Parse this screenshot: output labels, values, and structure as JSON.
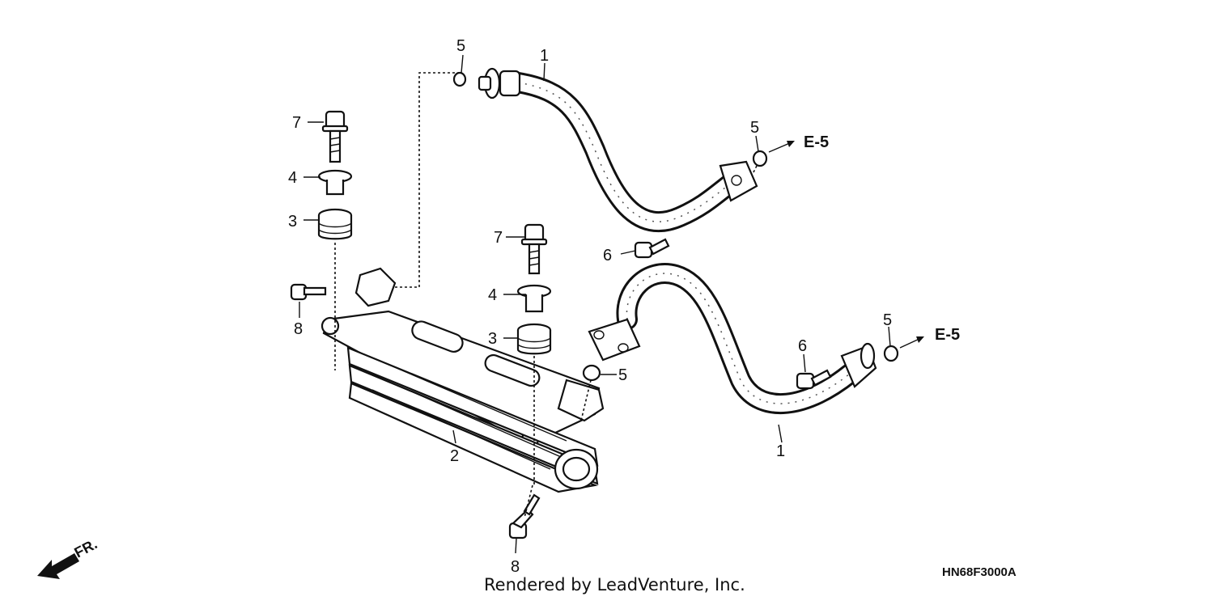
{
  "diagram": {
    "callouts": {
      "hose_upper": "1",
      "hose_lower": "1",
      "cooler": "2",
      "rubber_left": "3",
      "rubber_right": "3",
      "collar_left": "4",
      "collar_right": "4",
      "washer_top_left": "5",
      "washer_top_right": "5",
      "washer_cooler": "5",
      "washer_lower_right": "5",
      "bolt_upper_hose": "6",
      "bolt_lower_hose": "6",
      "bolt_top_left": "7",
      "bolt_top_right": "7",
      "flange_bolt_left": "8",
      "flange_bolt_bottom": "8"
    },
    "ref_upper": "E-5",
    "ref_lower": "E-5",
    "front_label": "FR.",
    "diagram_code": "HN68F3000A",
    "credit": "Rendered by LeadVenture, Inc."
  }
}
